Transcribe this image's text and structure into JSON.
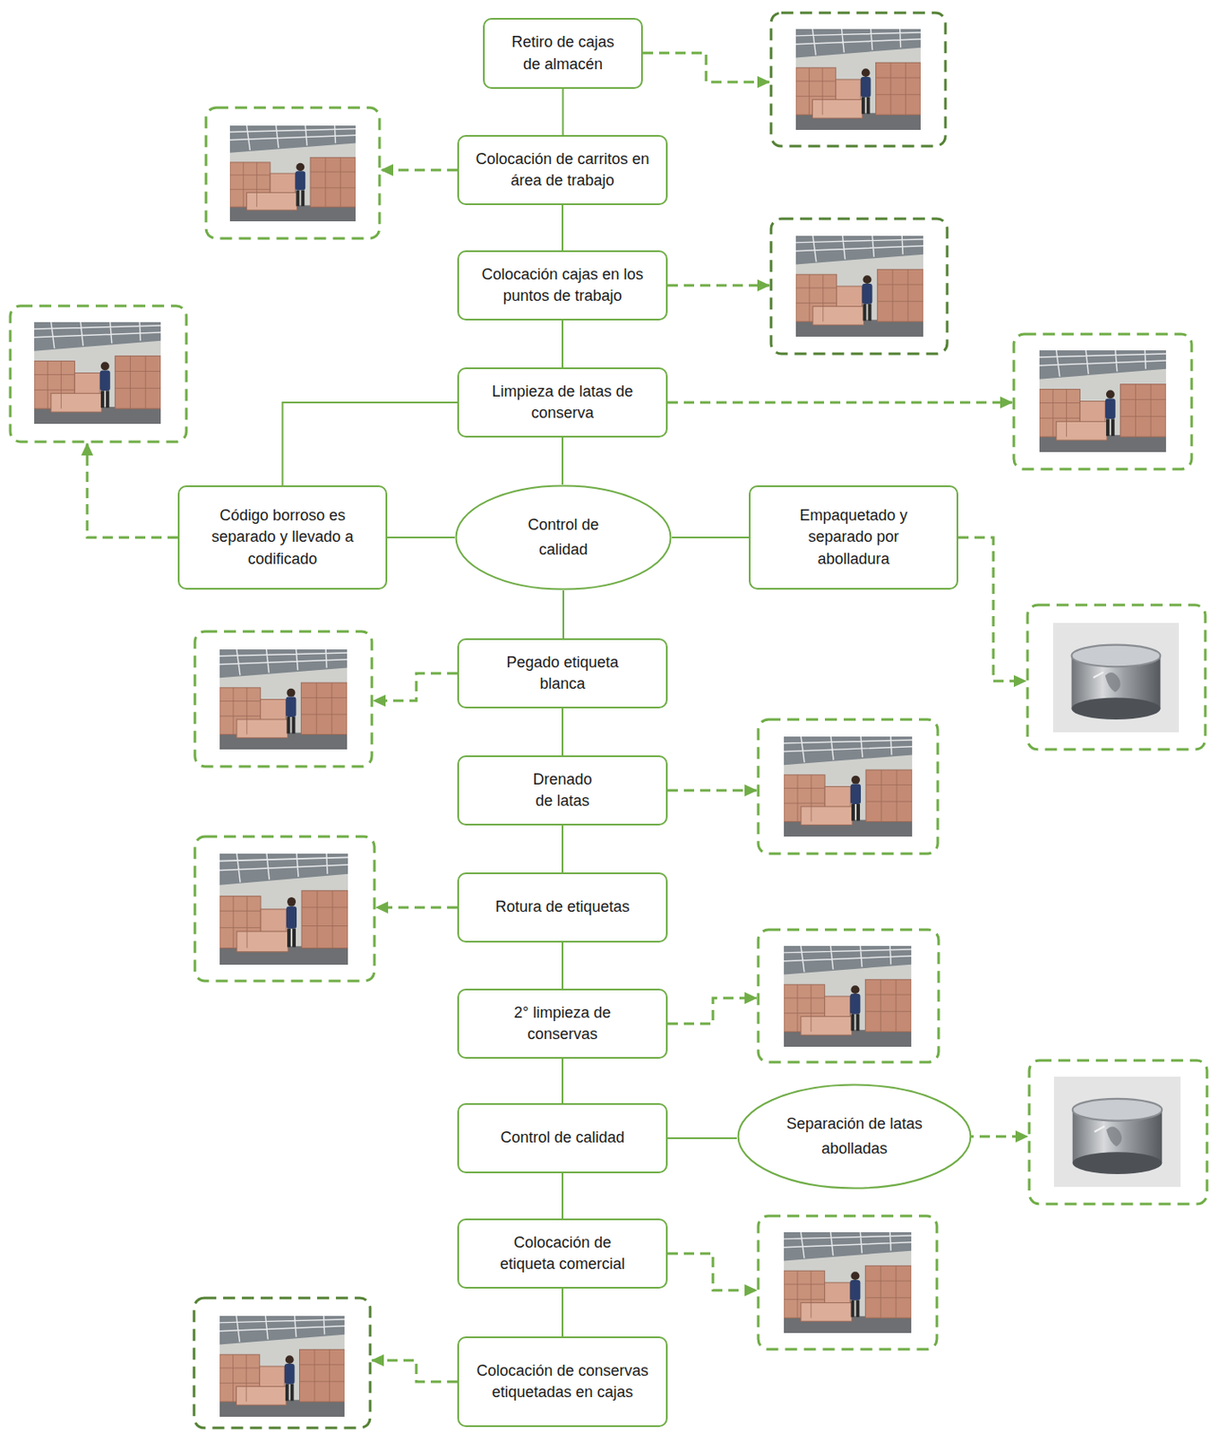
{
  "diagram": {
    "nodes": [
      {
        "text": [
          "Retiro de cajas de almacén"
        ]
      },
      {
        "text": [
          "Colocación de carritos en área de trabajo"
        ]
      },
      {
        "text": [
          "Colocación cajas en los puntos de trabajo"
        ]
      },
      {
        "text": [
          "Limpieza de latas de conserva"
        ]
      },
      {
        "text": [
          "Código borroso es separado y llevado a codificado"
        ]
      },
      {
        "text": [
          "Control de calidad"
        ]
      },
      {
        "text": [
          "Empaquetado y separado por abolladura"
        ]
      },
      {
        "text": [
          "Pegado etiqueta blanca"
        ]
      },
      {
        "text": [
          "Drenado de latas"
        ]
      },
      {
        "text": [
          "Rotura de etiquetas"
        ]
      },
      {
        "text": [
          "2° limpieza de conservas"
        ]
      },
      {
        "text": [
          "Control de calidad"
        ]
      },
      {
        "text": [
          "Separación de latas abolladas"
        ]
      },
      {
        "text": [
          "Colocación de etiqueta comercial"
        ]
      },
      {
        "text": [
          "Colocación de conservas etiquetadas en cajas"
        ]
      }
    ],
    "edges": [
      {
        "from": 0,
        "to": 1,
        "arrow": "none"
      },
      {
        "from": 1,
        "to": 2,
        "arrow": "none"
      },
      {
        "from": 2,
        "to": 3,
        "arrow": "none"
      },
      {
        "from": 3,
        "to": 4,
        "arrow": "none"
      },
      {
        "from": 3,
        "to": 5,
        "arrow": "none"
      },
      {
        "from": 5,
        "to": 4,
        "arrow": "none"
      },
      {
        "from": 5,
        "to": 6,
        "arrow": "none"
      },
      {
        "from": 5,
        "to": 7,
        "arrow": "none"
      },
      {
        "from": 7,
        "to": 8,
        "arrow": "none"
      },
      {
        "from": 8,
        "to": 9,
        "arrow": "none"
      },
      {
        "from": 9,
        "to": 10,
        "arrow": "none"
      },
      {
        "from": 10,
        "to": 11,
        "arrow": "none"
      },
      {
        "from": 11,
        "to": 12,
        "arrow": "none"
      },
      {
        "from": 11,
        "to": 13,
        "arrow": "none"
      },
      {
        "from": 13,
        "to": 14,
        "arrow": "none"
      }
    ]
  }
}
